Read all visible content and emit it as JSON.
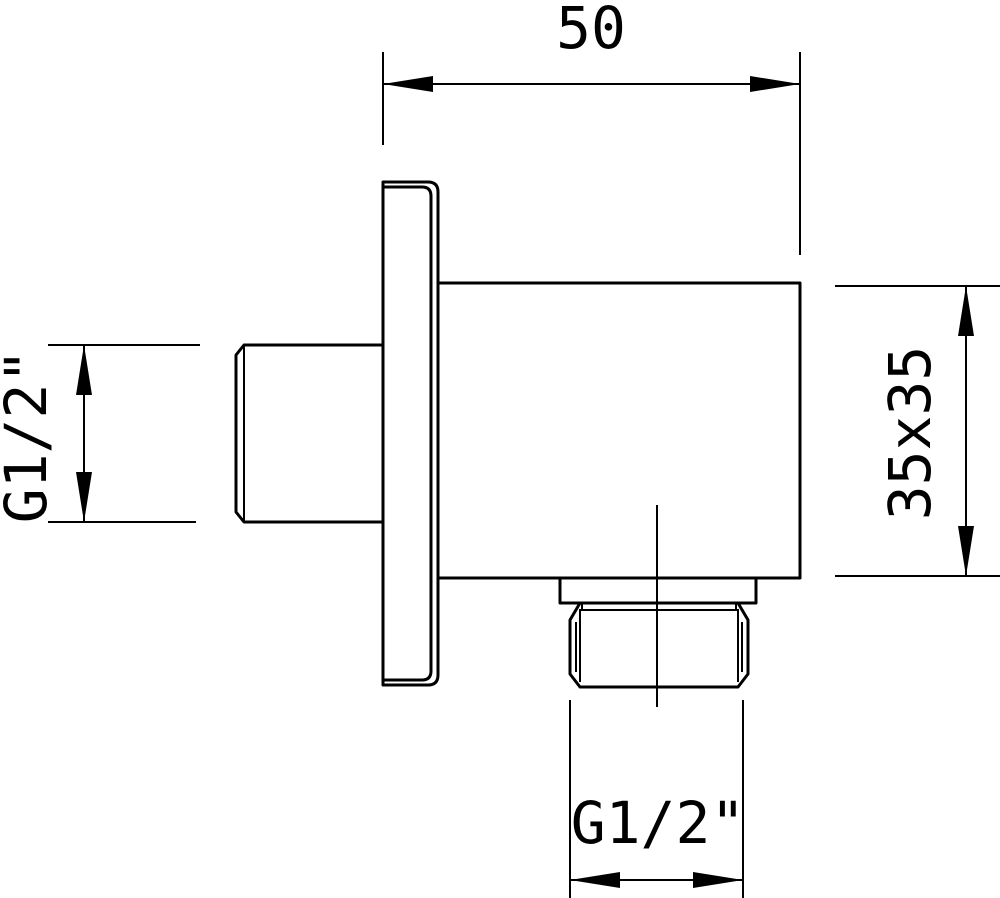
{
  "dimensions": {
    "overall_length": "50",
    "body_section": "35x35",
    "inlet_thread": "G1/2\"",
    "outlet_thread": "G1/2\""
  }
}
